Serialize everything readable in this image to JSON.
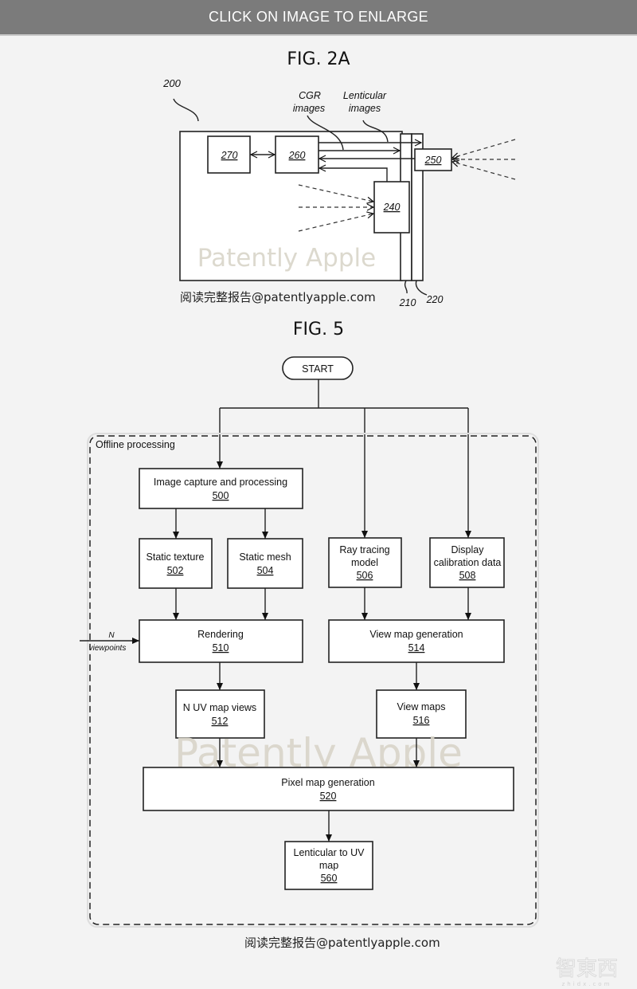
{
  "banner": {
    "label": "CLICK ON IMAGE TO ENLARGE"
  },
  "fig2a": {
    "title": "FIG. 2A",
    "ref_device": "200",
    "blocks": {
      "b270": "270",
      "b260": "260",
      "b250": "250",
      "b240": "240"
    },
    "layers": {
      "l210": "210",
      "l220": "220"
    },
    "labels": {
      "cgr_1": "CGR",
      "cgr_2": "images",
      "lent_1": "Lenticular",
      "lent_2": "images"
    },
    "watermark": "Patently Apple",
    "caption": "阅读完整报告@patentlyapple.com"
  },
  "fig5": {
    "title": "FIG. 5",
    "start": "START",
    "group_label": "Offline processing",
    "nodes": {
      "n500": {
        "label": "Image capture and processing",
        "ref": "500"
      },
      "n502": {
        "label": "Static texture",
        "ref": "502"
      },
      "n504": {
        "label": "Static mesh",
        "ref": "504"
      },
      "n506": {
        "label1": "Ray tracing",
        "label2": "model",
        "ref": "506"
      },
      "n508": {
        "label1": "Display",
        "label2": "calibration data",
        "ref": "508"
      },
      "n510": {
        "label": "Rendering",
        "ref": "510"
      },
      "n514": {
        "label": "View map generation",
        "ref": "514"
      },
      "n512": {
        "label": "N UV map views",
        "ref": "512"
      },
      "n516": {
        "label": "View maps",
        "ref": "516"
      },
      "n520": {
        "label": "Pixel map generation",
        "ref": "520"
      },
      "n560": {
        "label1": "Lenticular to UV",
        "label2": "map",
        "ref": "560"
      }
    },
    "input_label": {
      "line1": "N",
      "line2": "viewpoints"
    },
    "watermark": "Patently Apple",
    "caption": "阅读完整报告@patentlyapple.com"
  },
  "corner_logo": {
    "text": "智東西",
    "sub": "zhidx.com"
  }
}
